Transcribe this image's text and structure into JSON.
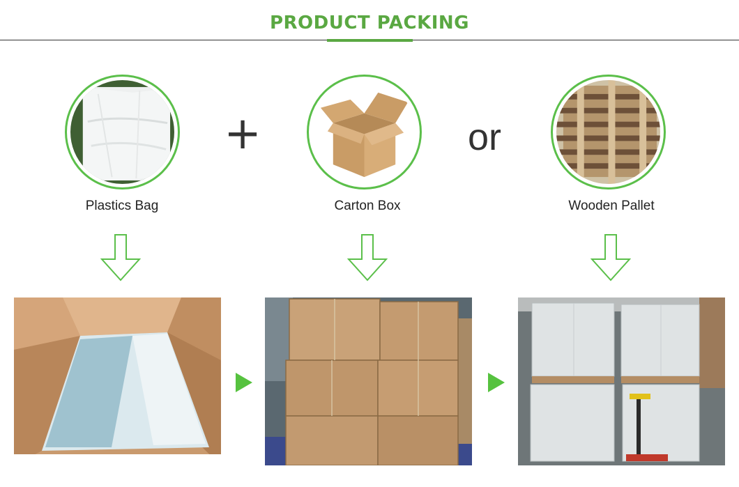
{
  "header": {
    "title": "PRODUCT PACKING"
  },
  "items": [
    {
      "label": "Plastics Bag",
      "icon": "plastic-bag-photo"
    },
    {
      "label": "Carton Box",
      "icon": "carton-box-photo"
    },
    {
      "label": "Wooden Pallet",
      "icon": "wooden-pallet-photo"
    }
  ],
  "operators": {
    "plus": "+",
    "or": "or"
  },
  "colors": {
    "accent": "#5aa842",
    "circle_border": "#5bbf4a",
    "arrow": "#56c23f"
  }
}
